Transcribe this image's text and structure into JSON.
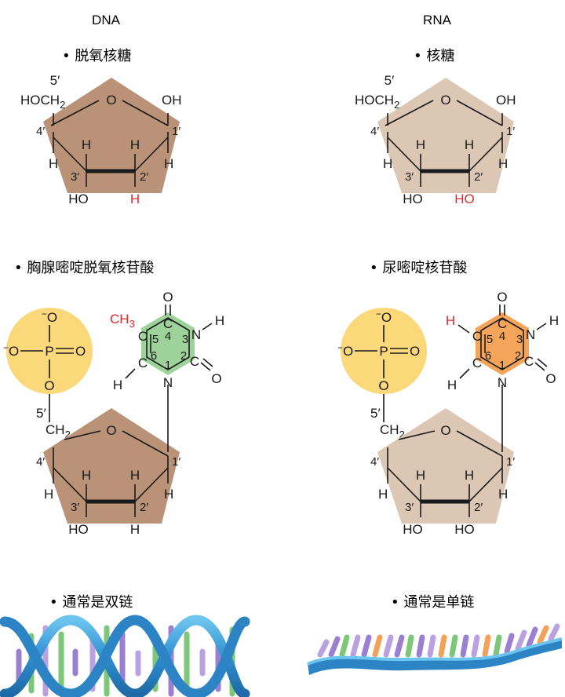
{
  "columns": {
    "dna": {
      "title": "DNA",
      "sugar_bullet": "• 脱氧核糖",
      "nucleotide_bullet": "• 胸腺嘧啶脱氧核苷酸",
      "strand_bullet": "• 通常是双链",
      "sugar_color": "#b99277",
      "base_color": "#9dd39a",
      "c2_substituent": "H",
      "c5_substituent": "CH",
      "c5_substituent_sub": "3",
      "bottom_right_in_nucleotide": "H"
    },
    "rna": {
      "title": "RNA",
      "sugar_bullet": "• 核糖",
      "nucleotide_bullet": "• 尿嘧啶核苷酸",
      "strand_bullet": "• 通常是单链",
      "sugar_color": "#dcc6b4",
      "base_color": "#f5a55a",
      "c2_substituent": "HO",
      "c5_substituent": "H",
      "c5_substituent_sub": "",
      "bottom_right_in_nucleotide": "HO"
    }
  },
  "sugar_labels": {
    "prime5": "5′",
    "hoch": "HOCH",
    "hoch_sub": "2",
    "o": "O",
    "oh": "OH",
    "prime4": "4′",
    "prime1": "1′",
    "prime3": "3′",
    "prime2": "2′",
    "h": "H",
    "ho": "HO",
    "ch": "CH",
    "ch_sub": "2"
  },
  "phosphate_labels": {
    "minus": "−",
    "o": "O",
    "p": "P",
    "o_minus_prefix": "−O"
  },
  "base_labels": {
    "c": "C",
    "n": "N",
    "o": "O",
    "h": "H",
    "n1": "1",
    "n2": "2",
    "n3": "3",
    "n4": "4",
    "n5": "5",
    "n6": "6"
  },
  "colors": {
    "phosphate": "#fbd87a",
    "red_text": "#e0292e",
    "helix_blue": "#3a9fd6"
  }
}
